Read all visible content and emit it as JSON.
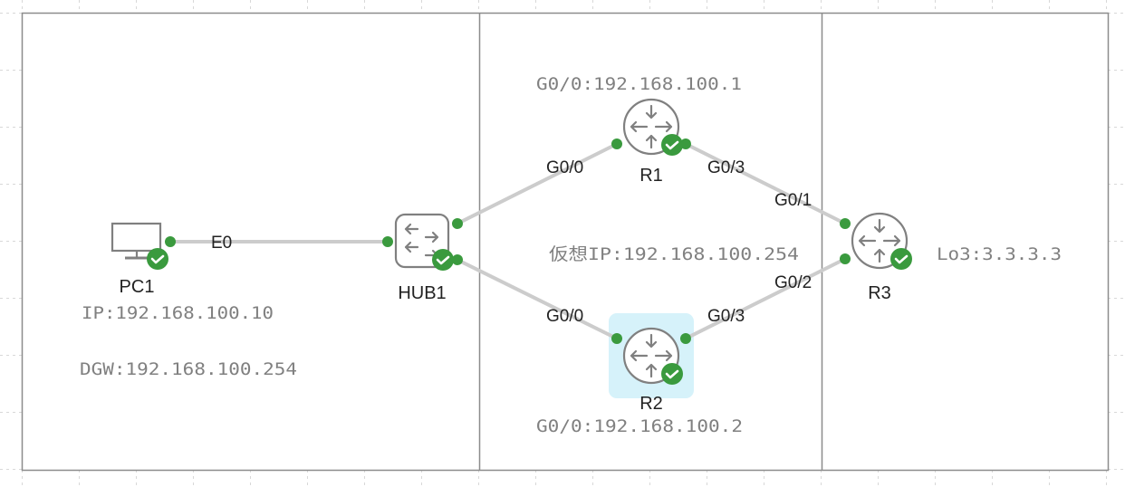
{
  "diagram": {
    "title": "",
    "zones": [
      {
        "id": "lan",
        "label": ""
      },
      {
        "id": "hsrp",
        "label": ""
      },
      {
        "id": "remote",
        "label": ""
      }
    ],
    "nodes": [
      {
        "id": "PC1",
        "label": "PC1",
        "type": "pc",
        "status": "ok",
        "selected": false
      },
      {
        "id": "HUB1",
        "label": "HUB1",
        "type": "hub",
        "status": "ok",
        "selected": false
      },
      {
        "id": "R1",
        "label": "R1",
        "type": "router",
        "status": "ok",
        "selected": false
      },
      {
        "id": "R2",
        "label": "R2",
        "type": "router",
        "status": "ok",
        "selected": true
      },
      {
        "id": "R3",
        "label": "R3",
        "type": "router",
        "status": "ok",
        "selected": false
      }
    ],
    "links": [
      {
        "from": "PC1",
        "to": "HUB1",
        "from_port": "E0",
        "to_port": ""
      },
      {
        "from": "HUB1",
        "to": "R1",
        "from_port": "",
        "to_port": "G0/0"
      },
      {
        "from": "HUB1",
        "to": "R2",
        "from_port": "",
        "to_port": "G0/0"
      },
      {
        "from": "R1",
        "to": "R3",
        "from_port": "G0/3",
        "to_port": "G0/1"
      },
      {
        "from": "R2",
        "to": "R3",
        "from_port": "G0/3",
        "to_port": "G0/2"
      }
    ],
    "ports": {
      "pc1_e0": "E0",
      "r1_g00": "G0/0",
      "r1_g03": "G0/3",
      "r2_g00": "G0/0",
      "r2_g03": "G0/3",
      "r3_g01": "G0/1",
      "r3_g02": "G0/2"
    },
    "notes": {
      "r1_ip": "G0/0:192.168.100.1",
      "r2_ip": "G0/0:192.168.100.2",
      "virtual_ip": "仮想IP:192.168.100.254",
      "pc1_ip": "IP:192.168.100.10",
      "pc1_dgw": "DGW:192.168.100.254",
      "r3_loopback": "Lo3:3.3.3.3"
    },
    "colors": {
      "status_ok": "#3a9a3e",
      "link": "#cccccc",
      "icon": "#808080",
      "zone_border": "#8c8c8c",
      "selection": "#d6f2fa",
      "note_text": "#808080"
    }
  }
}
